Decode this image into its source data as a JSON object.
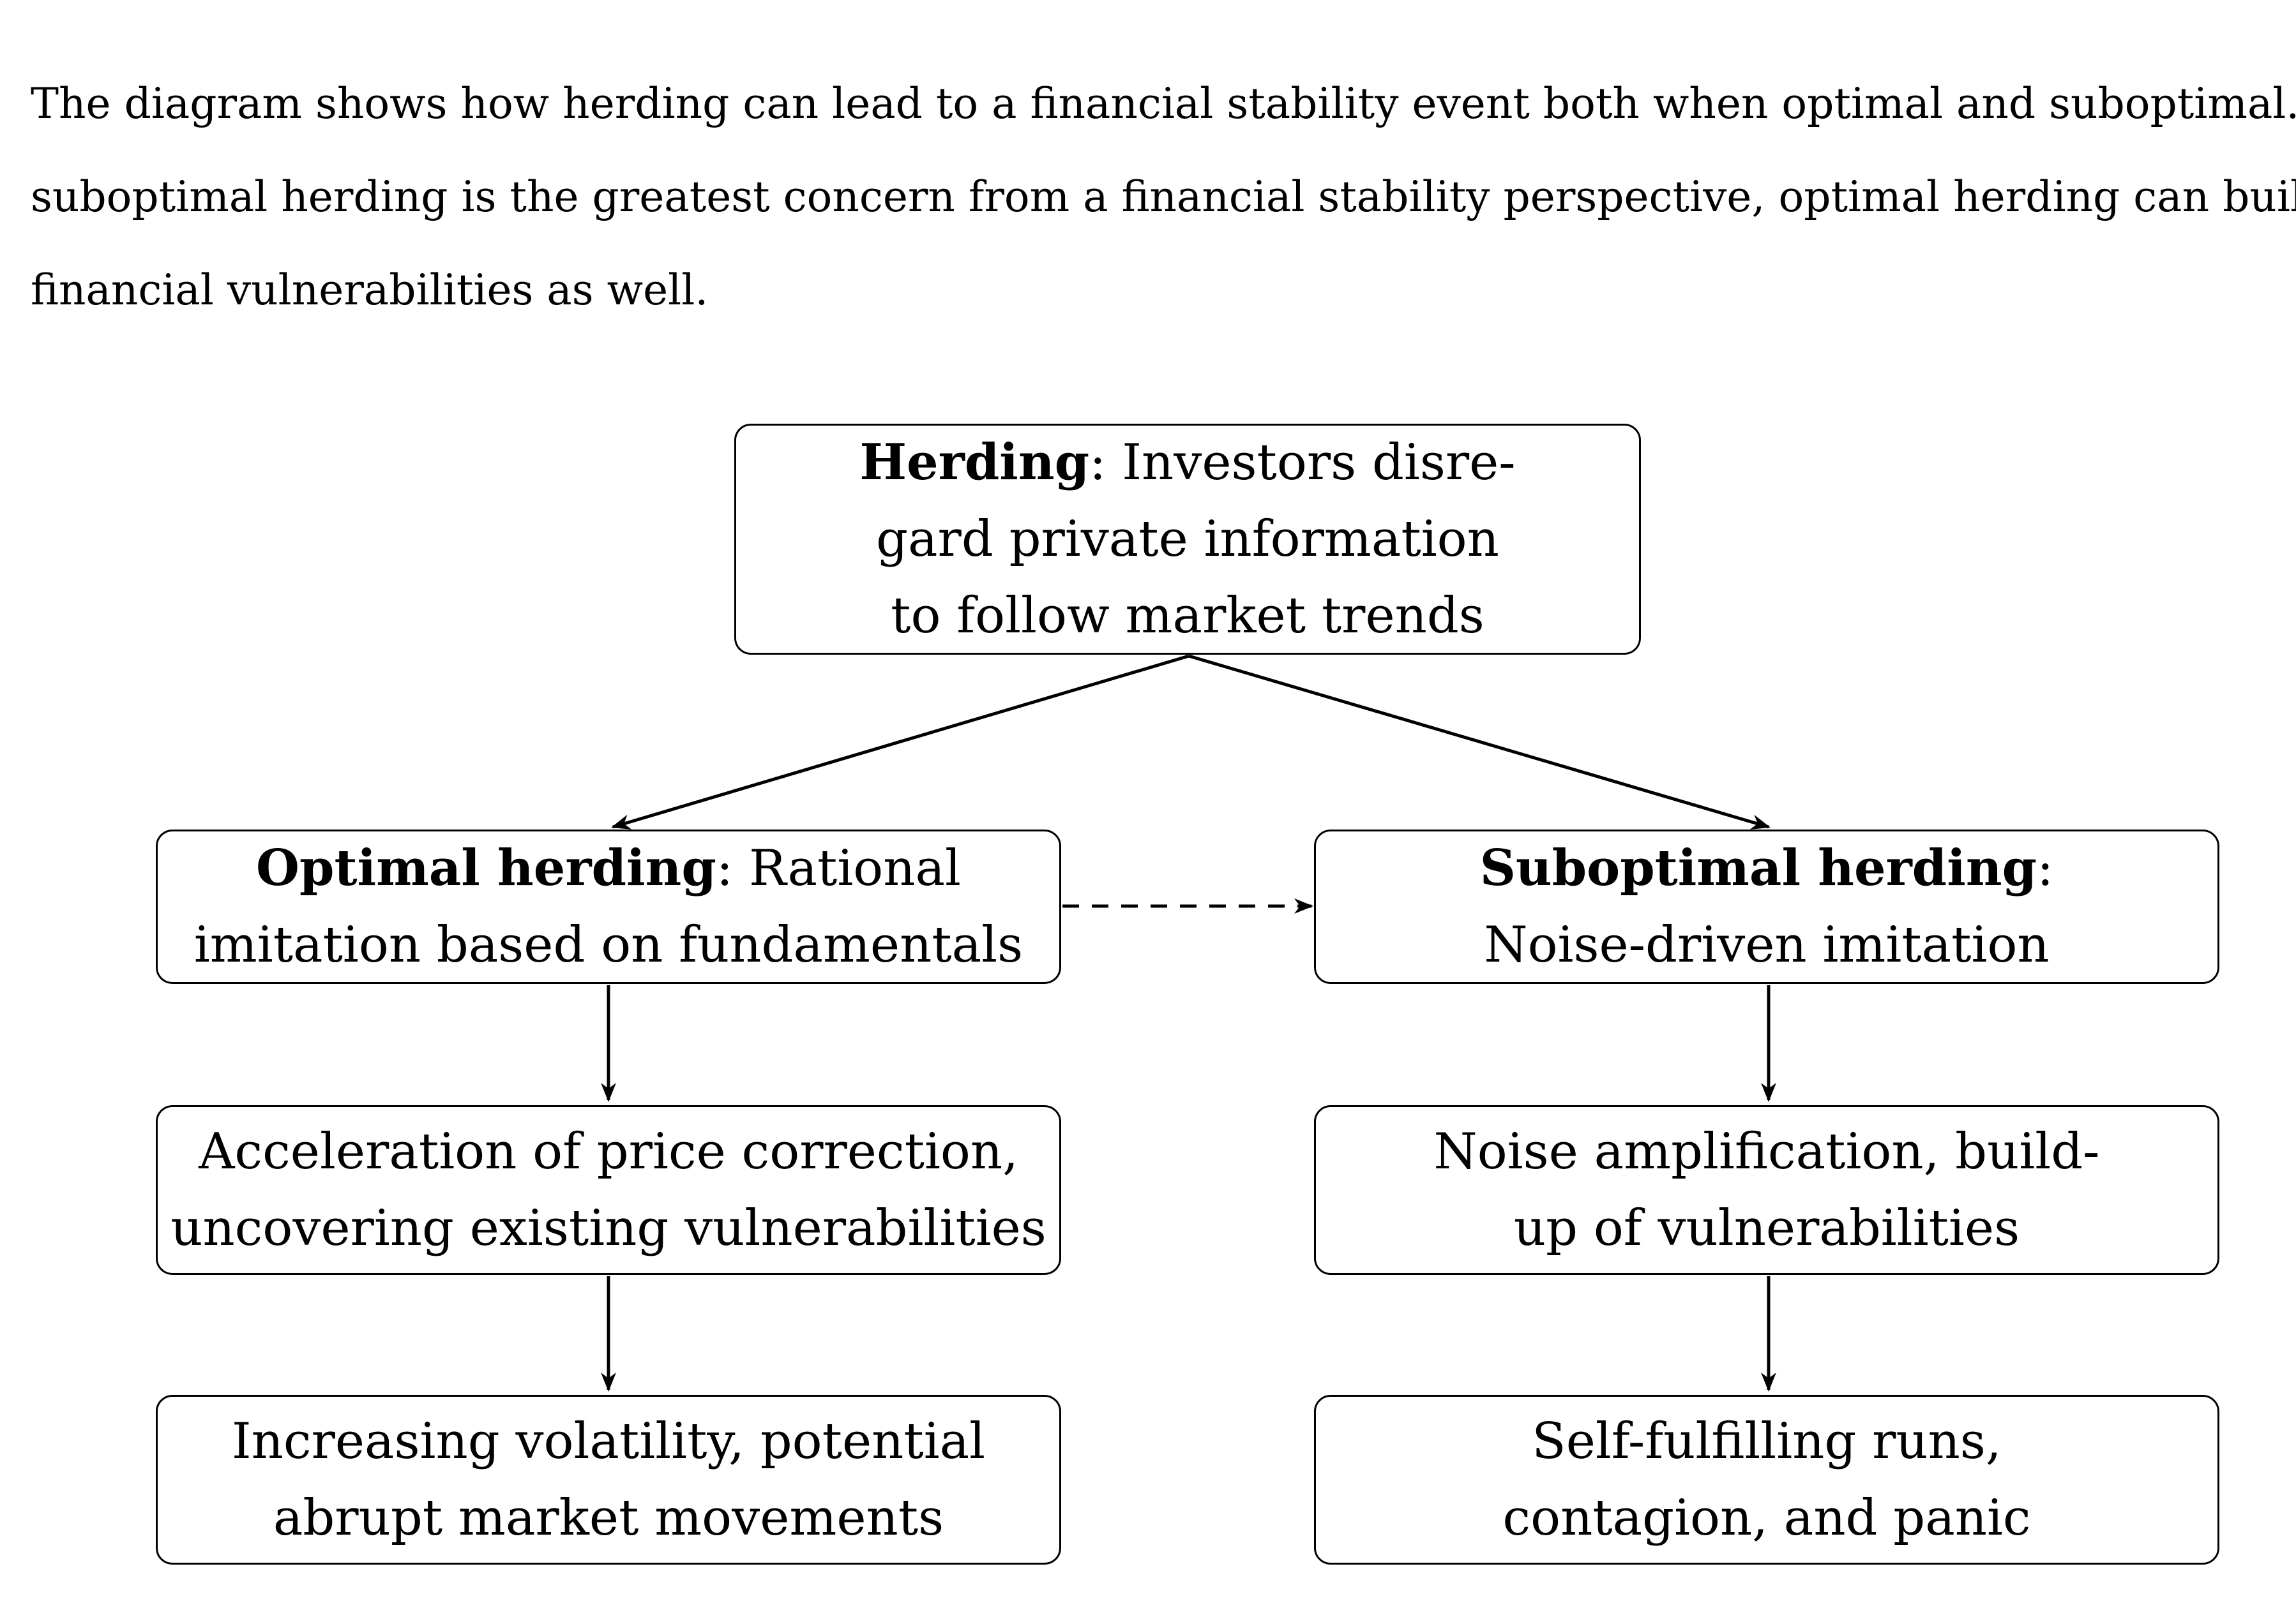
{
  "intro": {
    "lines": [
      "The diagram shows how herding can lead to a financial stability event both when optimal and suboptimal.  Wh",
      "suboptimal herding is the greatest concern from a financial stability perspective, optimal herding can build u",
      "financial vulnerabilities as well."
    ]
  },
  "nodes": {
    "herding": {
      "term": "Herding",
      "lines": [
        ": Investors disre-",
        "gard private information",
        "to follow market trends"
      ]
    },
    "optimal": {
      "term": "Optimal herding",
      "lines": [
        ": Rational",
        "imitation based on fundamentals"
      ]
    },
    "suboptimal": {
      "term": "Suboptimal herding",
      "lines": [
        ":",
        "Noise-driven imitation"
      ]
    },
    "acceleration": {
      "lines": [
        "Acceleration of price correction,",
        "uncovering existing vulnerabilities"
      ]
    },
    "noise_amp": {
      "lines": [
        "Noise amplification, build-",
        "up of vulnerabilities"
      ]
    },
    "volatility": {
      "lines": [
        "Increasing volatility, potential",
        "abrupt market movements"
      ]
    },
    "runs": {
      "lines": [
        "Self-fulfilling runs,",
        "contagion, and panic"
      ]
    }
  },
  "colors": {
    "stroke": "#000000",
    "background": "#ffffff"
  }
}
